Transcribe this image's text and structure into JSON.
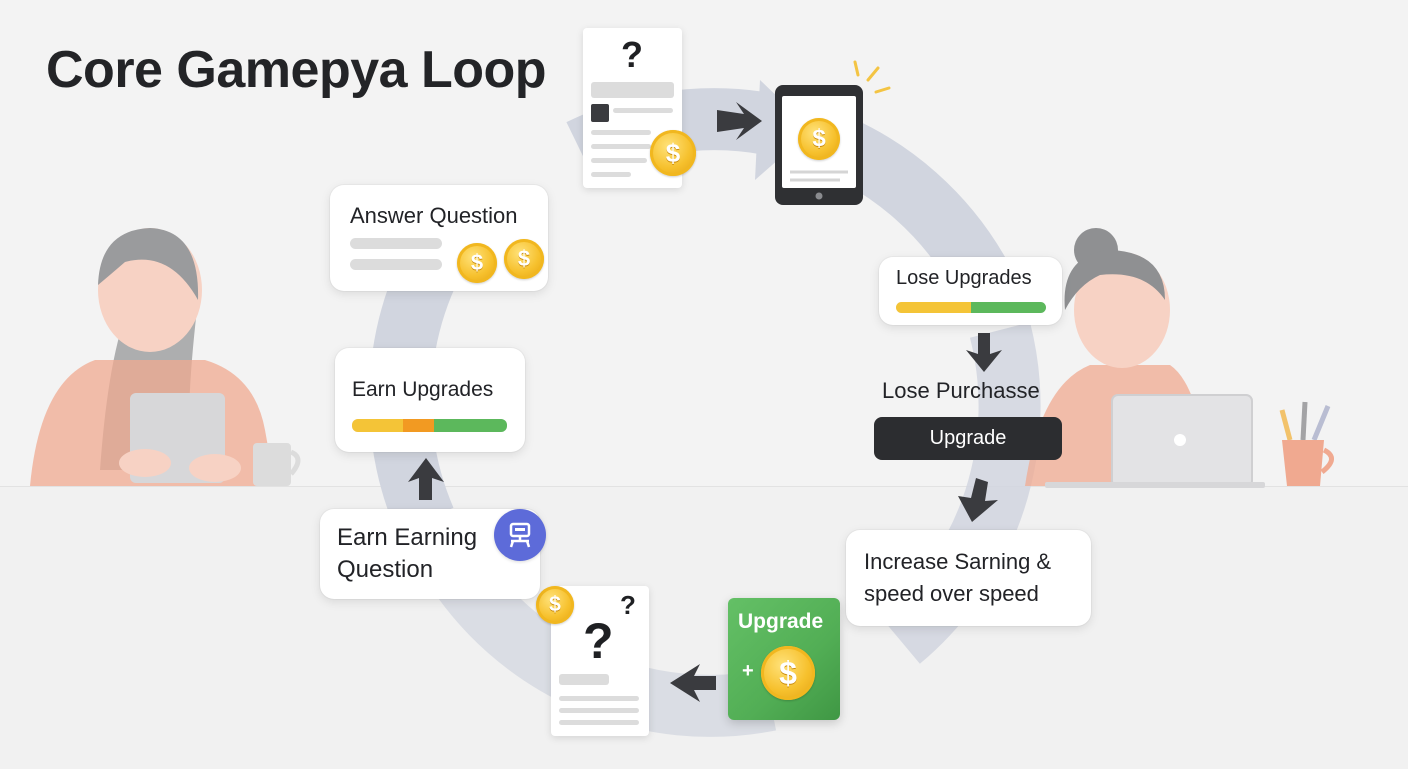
{
  "title": "Core Gamepya  Loop",
  "coin_symbol": "$",
  "question_mark": "?",
  "plus_symbol": "+",
  "steps": {
    "answer_question": {
      "label": "Answer Question"
    },
    "lose_upgrades": {
      "label": "Lose Upgrades"
    },
    "lose_purchase": {
      "label": "Lose Purchasse",
      "button_label": "Upgrade"
    },
    "increase_earning": {
      "label": "Increase Sarning & speed over speed"
    },
    "upgrade_card": {
      "label": "Upgrade"
    },
    "earn_earning_question": {
      "label": "Earn Earning Question"
    },
    "earn_upgrades": {
      "label": "Earn Upgrades"
    }
  },
  "colors": {
    "loop_ring": "#d0d4df",
    "arrow": "#3a3b3f",
    "coin_gold": "#f6c02c",
    "progress_yellow": "#f4c437",
    "progress_orange": "#f29a22",
    "progress_green": "#5cb85c",
    "button_dark": "#2c2d30",
    "upgrade_green": "#52ae55",
    "badge_purple": "#5d6bd9",
    "person_skin": "#f7d2c4",
    "person_shirt": "#f0a990",
    "hair_grey": "#8f9092"
  },
  "icons": [
    "dollar-coin-icon",
    "question-mark-icon",
    "tablet-icon",
    "laptop-icon",
    "robot-icon",
    "arrow-icon",
    "pencil-cup-icon",
    "mug-icon"
  ]
}
